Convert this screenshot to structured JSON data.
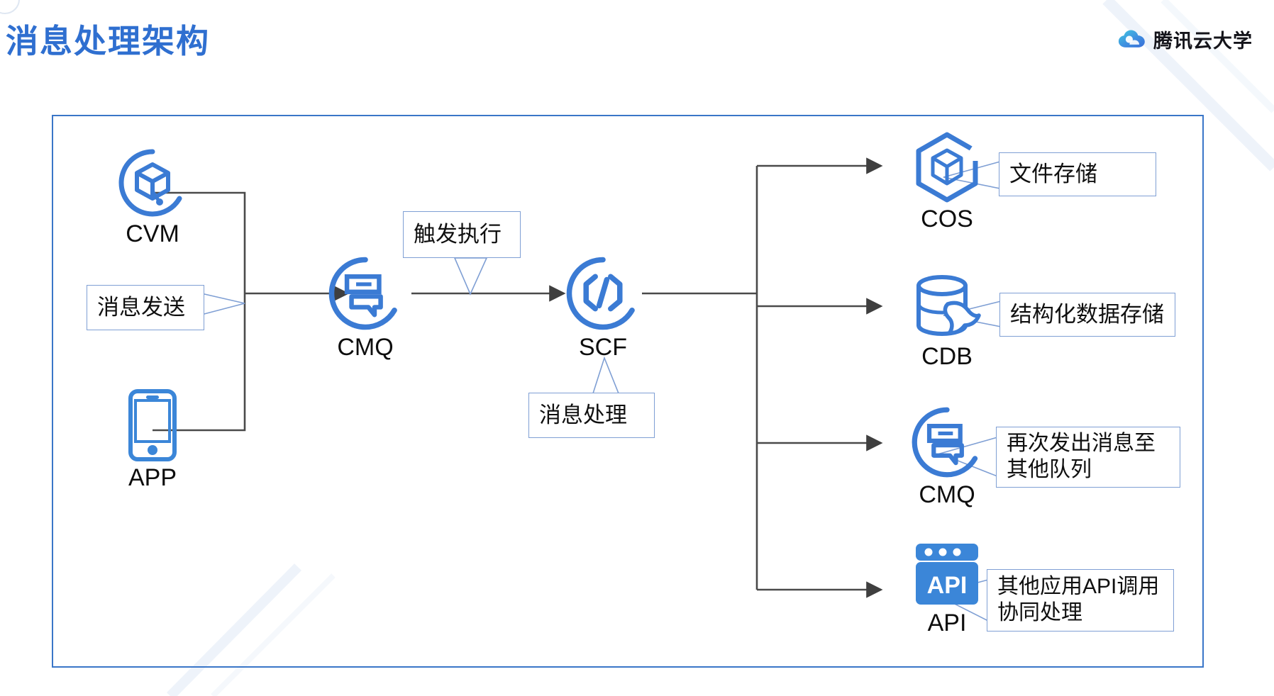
{
  "header": {
    "title": "消息处理架构",
    "title_color": "#2f6fd0",
    "brand_text": "腾讯云大学",
    "brand_icon": "tencent-cloud-logo-icon"
  },
  "diagram": {
    "frame_color": "#3a76c8",
    "accent_color": "#3b7bd4",
    "line_color": "#4a4a4a",
    "callout_border_color": "#7f9fd4",
    "nodes": [
      {
        "id": "cvm",
        "label": "CVM",
        "icon": "cvm-circle-cube-icon"
      },
      {
        "id": "app",
        "label": "APP",
        "icon": "mobile-phone-icon"
      },
      {
        "id": "cmq",
        "label": "CMQ",
        "icon": "cmq-message-queue-icon"
      },
      {
        "id": "scf",
        "label": "SCF",
        "icon": "scf-function-icon"
      },
      {
        "id": "cos",
        "label": "COS",
        "icon": "cos-hexagon-cube-icon"
      },
      {
        "id": "cdb",
        "label": "CDB",
        "icon": "cdb-database-dolphin-icon"
      },
      {
        "id": "cmq_out",
        "label": "CMQ",
        "icon": "cmq-message-queue-icon"
      },
      {
        "id": "api",
        "label": "API",
        "icon": "api-window-icon"
      }
    ],
    "callouts": [
      {
        "id": "send",
        "text": "消息发送",
        "points_to": "cvm-app-merge"
      },
      {
        "id": "trigger",
        "text": "触发执行",
        "points_to": "cmq-scf-link"
      },
      {
        "id": "process",
        "text": "消息处理",
        "points_to": "scf"
      },
      {
        "id": "cos_note",
        "text": "文件存储",
        "points_to": "cos"
      },
      {
        "id": "cdb_note",
        "text": "结构化数据存储",
        "points_to": "cdb"
      },
      {
        "id": "cmq_note",
        "text": "再次发出消息至\n其他队列",
        "points_to": "cmq_out"
      },
      {
        "id": "api_note",
        "text": "其他应用API调用\n协同处理",
        "points_to": "api"
      }
    ]
  }
}
